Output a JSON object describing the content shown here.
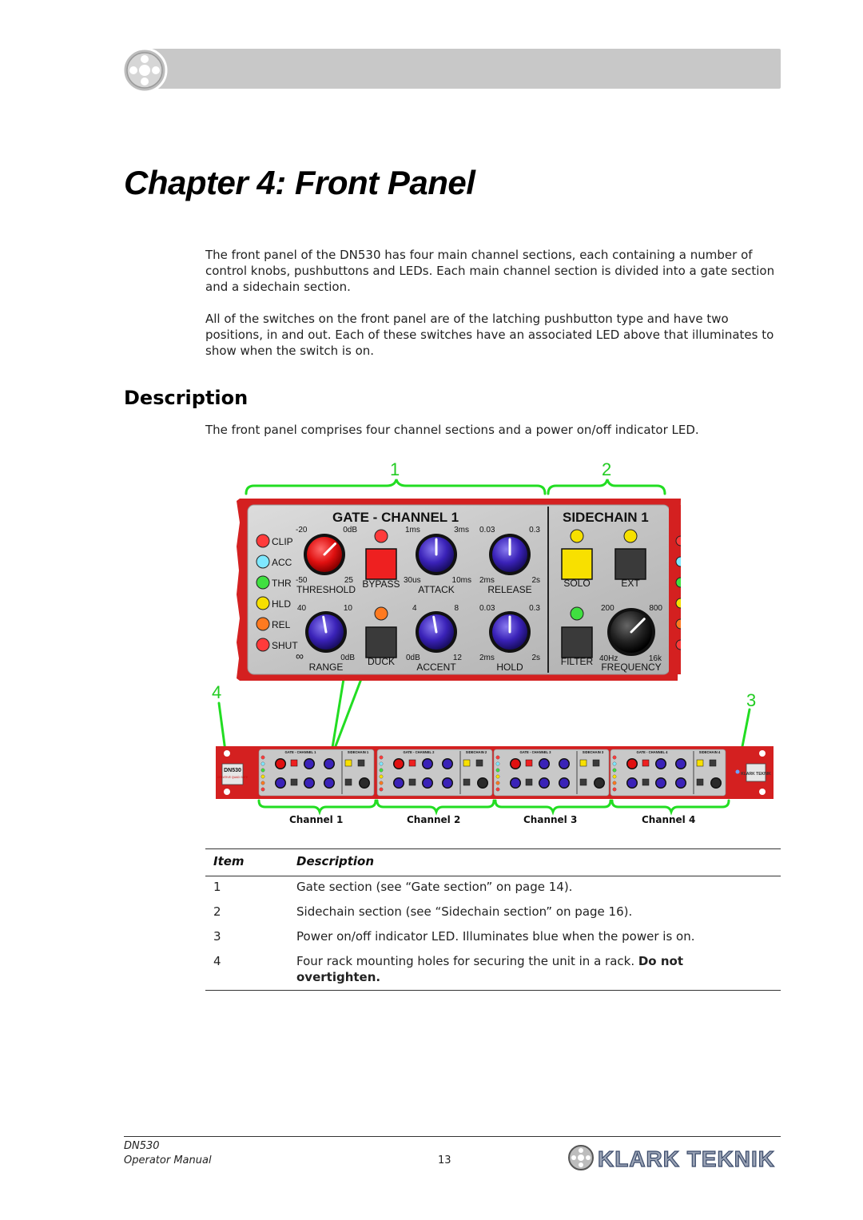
{
  "header": {
    "logo_icon": "klark-teknik-emblem-icon"
  },
  "chapter_title": "Chapter 4: Front Panel",
  "intro": {
    "para1": "The front panel of the DN530 has four main channel sections, each containing a number of control knobs, pushbuttons and LEDs.  Each main channel section is divided into a gate section and a sidechain section.",
    "para2": "All of the switches on the front panel are of the latching pushbutton type and have two positions, in and out.  Each of these switches have an associated LED above that illuminates to show when the switch is on."
  },
  "section_heading": "Description",
  "section_text": "The front panel comprises four channel sections and a power on/off indicator LED.",
  "figure": {
    "callouts": [
      "1",
      "2",
      "3",
      "4"
    ],
    "callout_color": "#22cc22",
    "panel": {
      "gate_title": "GATE - CHANNEL 1",
      "sidechain_title": "SIDECHAIN 1",
      "leds": [
        "CLIP",
        "ACC",
        "THR",
        "HLD",
        "REL",
        "SHUT"
      ],
      "threshold": {
        "label": "THRESHOLD",
        "min_top": "-20",
        "max_top": "0dB",
        "min_bot": "-50",
        "max_bot": "25"
      },
      "bypass": "BYPASS",
      "attack": {
        "label": "ATTACK",
        "a": "1ms",
        "b": "3ms",
        "c": "30us",
        "d": "10ms"
      },
      "release": {
        "label": "RELEASE",
        "a": "0.03",
        "b": "0.3",
        "c": "2ms",
        "d": "2s"
      },
      "range": {
        "label": "RANGE",
        "a": "40",
        "b": "10",
        "c": "∞",
        "d": "0dB"
      },
      "duck": "DUCK",
      "accent": {
        "label": "ACCENT",
        "a": "4",
        "b": "8",
        "c": "0dB",
        "d": "12"
      },
      "hold": {
        "label": "HOLD",
        "a": "0.03",
        "b": "0.3",
        "c": "2ms",
        "d": "2s"
      },
      "solo": "SOLO",
      "ext": "EXT",
      "filter": "FILTER",
      "frequency": {
        "label": "FREQUENCY",
        "a": "200",
        "b": "800",
        "c": "40Hz",
        "d": "16k"
      }
    },
    "rack": {
      "model": "DN530",
      "subtitle": "CREATIVE QUAD GATE",
      "channel_titles": [
        "GATE - CHANNEL 1",
        "GATE - CHANNEL 2",
        "GATE - CHANNEL 3",
        "GATE - CHANNEL 4"
      ],
      "sidechain_titles": [
        "SIDECHAIN 1",
        "SIDECHAIN 2",
        "SIDECHAIN 3",
        "SIDECHAIN 4"
      ],
      "brand": "KLARK TEKNIK"
    },
    "channel_labels": [
      "Channel 1",
      "Channel 2",
      "Channel 3",
      "Channel 4"
    ]
  },
  "table": {
    "headers": {
      "item": "Item",
      "description": "Description"
    },
    "rows": [
      {
        "item": "1",
        "description": "Gate section (see “Gate section” on page 14)."
      },
      {
        "item": "2",
        "description": "Sidechain section (see “Sidechain section” on page 16)."
      },
      {
        "item": "3",
        "description": "Power on/off indicator LED.  Illuminates blue when the power is on."
      },
      {
        "item": "4",
        "description": "Four rack mounting holes for securing the unit in a rack.  ",
        "emphasis": "Do not overtighten."
      }
    ]
  },
  "footer": {
    "model": "DN530",
    "manual": "Operator Manual",
    "page": "13",
    "brand_logo": "KLARK TEKNIK"
  }
}
